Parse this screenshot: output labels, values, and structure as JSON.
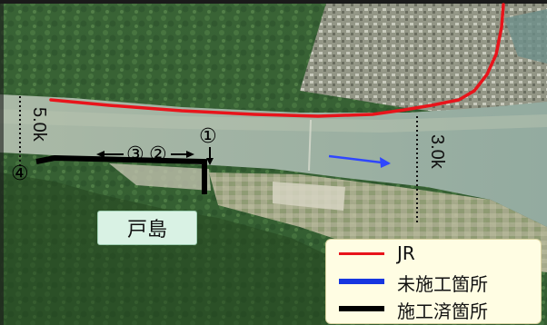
{
  "place": {
    "label": "戸島"
  },
  "river_km": {
    "upstream": "5.0k",
    "downstream": "3.0k"
  },
  "points": [
    "①",
    "②",
    "③",
    "④"
  ],
  "legend": {
    "items": [
      {
        "label": "JR",
        "color": "#e8141b"
      },
      {
        "label": "未施工箇所",
        "color": "#1636e0"
      },
      {
        "label": "施工済箇所",
        "color": "#000000"
      }
    ]
  },
  "colors": {
    "jr_line": "#e8141b",
    "flow_arrow": "#2f46ff",
    "completed": "#000000"
  }
}
